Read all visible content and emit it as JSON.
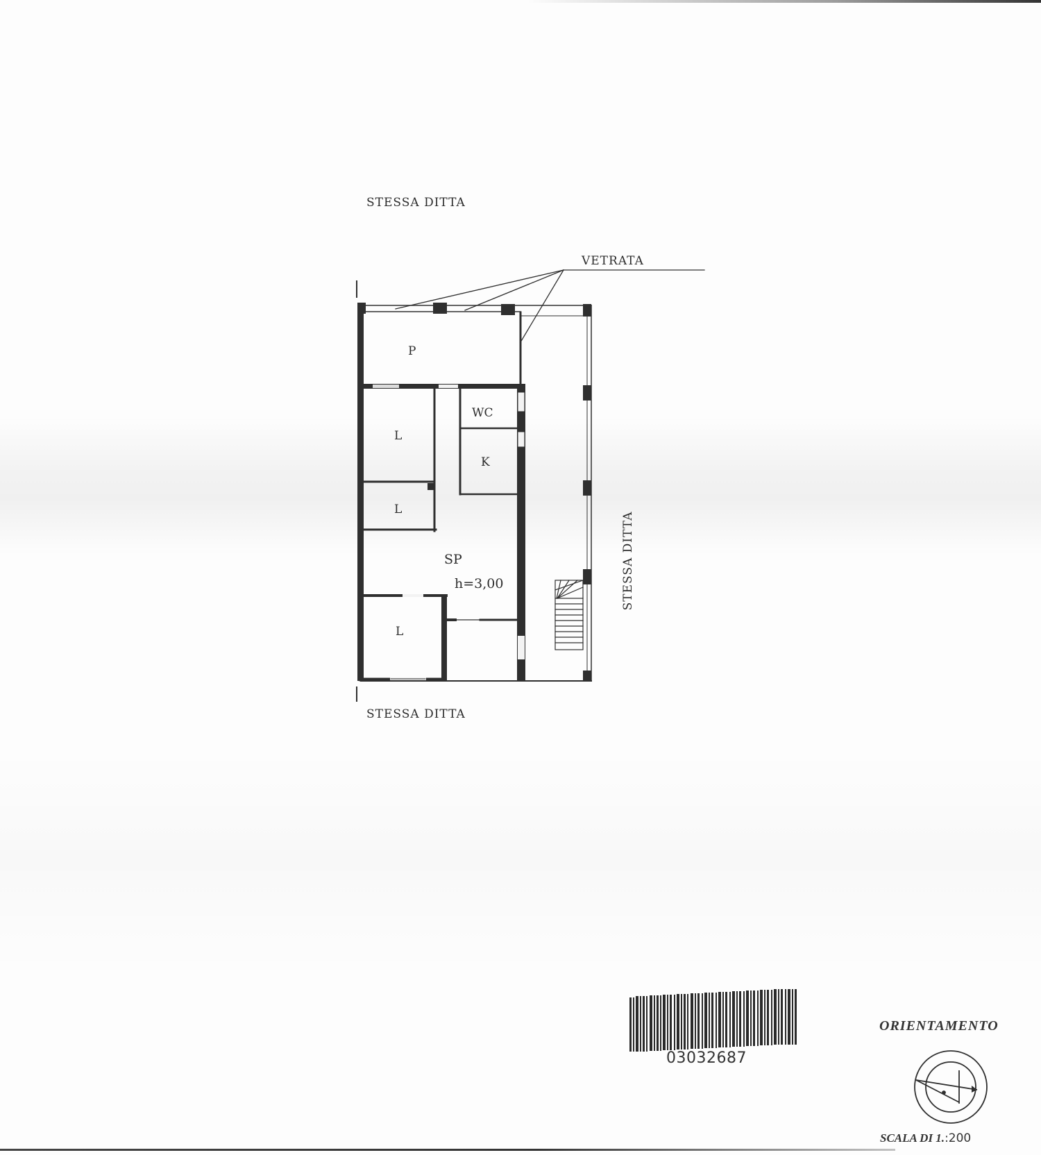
{
  "document": {
    "type": "floor-plan",
    "labels": {
      "neighbor_top": "STESSA DITTA",
      "neighbor_bottom": "STESSA DITTA",
      "neighbor_right": "STESSA DITTA",
      "glazing": "VETRATA"
    },
    "rooms": [
      {
        "id": "P",
        "label": "P"
      },
      {
        "id": "L1",
        "label": "L"
      },
      {
        "id": "L2",
        "label": "L"
      },
      {
        "id": "L3",
        "label": "L"
      },
      {
        "id": "WC",
        "label": "WC"
      },
      {
        "id": "K",
        "label": "K"
      },
      {
        "id": "SP",
        "label": "SP"
      }
    ],
    "height_note": "h=3,00",
    "barcode": {
      "number": "03032687"
    },
    "orientation": {
      "title": "ORIENTAMENTO",
      "icon": "compass-icon"
    },
    "scale": {
      "label": "SCALA DI 1.",
      "value": ":200"
    },
    "colors": {
      "paper": "#fdfdfd",
      "ink": "#2c2c2c",
      "wall_fill": "#2f2f2f"
    }
  }
}
